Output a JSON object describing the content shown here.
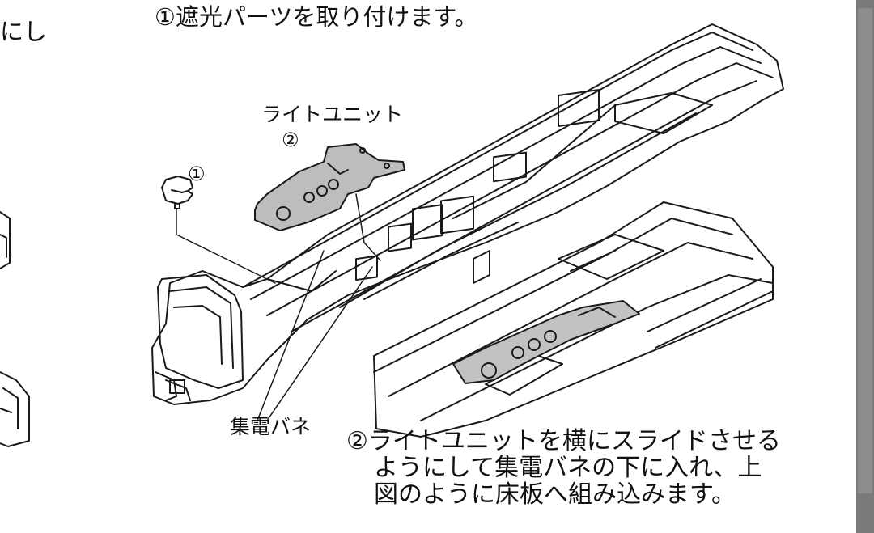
{
  "page": {
    "left_fragment": "にし",
    "step1_text": "①遮光パーツを取り付けます。",
    "label_light_unit": "ライトユニット",
    "label_num_2": "②",
    "label_num_1": "①",
    "label_spring": "集電バネ",
    "step2_line1": "②ライトユニットを横にスライドさせる",
    "step2_line2": "ようにして集電バネの下に入れ、上",
    "step2_line3": "図のように床板へ組み込みます。"
  }
}
